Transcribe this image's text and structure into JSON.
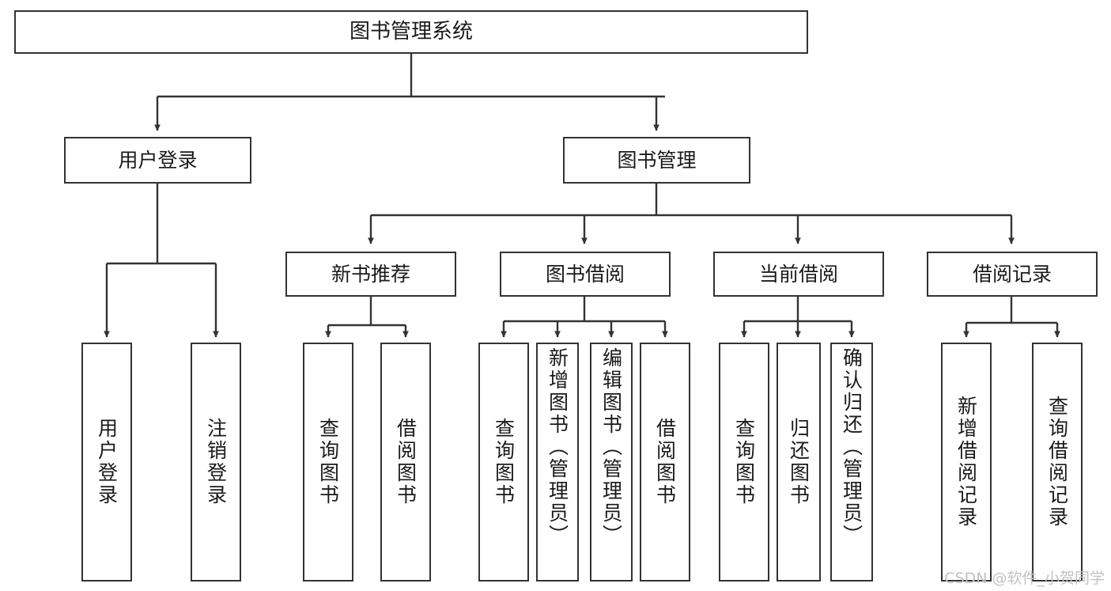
{
  "diagram": {
    "title": "图书管理系统",
    "type": "tree",
    "watermark": "CSDN @软件_小贺同学",
    "colors": {
      "box_border": "#333333",
      "box_fill": "#ffffff",
      "edge": "#333333",
      "text": "#1a1a1a",
      "watermark": "#c2c2c2",
      "background": "#ffffff"
    },
    "nodes": {
      "root": {
        "label": "图书管理系统"
      },
      "level1": [
        {
          "label": "用户登录"
        },
        {
          "label": "图书管理"
        }
      ],
      "level2": [
        {
          "label": "新书推荐"
        },
        {
          "label": "图书借阅"
        },
        {
          "label": "当前借阅"
        },
        {
          "label": "借阅记录"
        }
      ],
      "leaves_user_login": [
        {
          "label": "用户登录"
        },
        {
          "label": "注销登录"
        }
      ],
      "leaves_new_book": [
        {
          "label": "查询图书"
        },
        {
          "label": "借阅图书"
        }
      ],
      "leaves_borrow": [
        {
          "label": "查询图书"
        },
        {
          "label": "新增图书（管理员）"
        },
        {
          "label": "编辑图书（管理员）"
        },
        {
          "label": "借阅图书"
        }
      ],
      "leaves_current": [
        {
          "label": "查询图书"
        },
        {
          "label": "归还图书"
        },
        {
          "label": "确认归还（管理员）"
        }
      ],
      "leaves_records": [
        {
          "label": "新增借阅记录"
        },
        {
          "label": "查询借阅记录"
        }
      ]
    }
  }
}
